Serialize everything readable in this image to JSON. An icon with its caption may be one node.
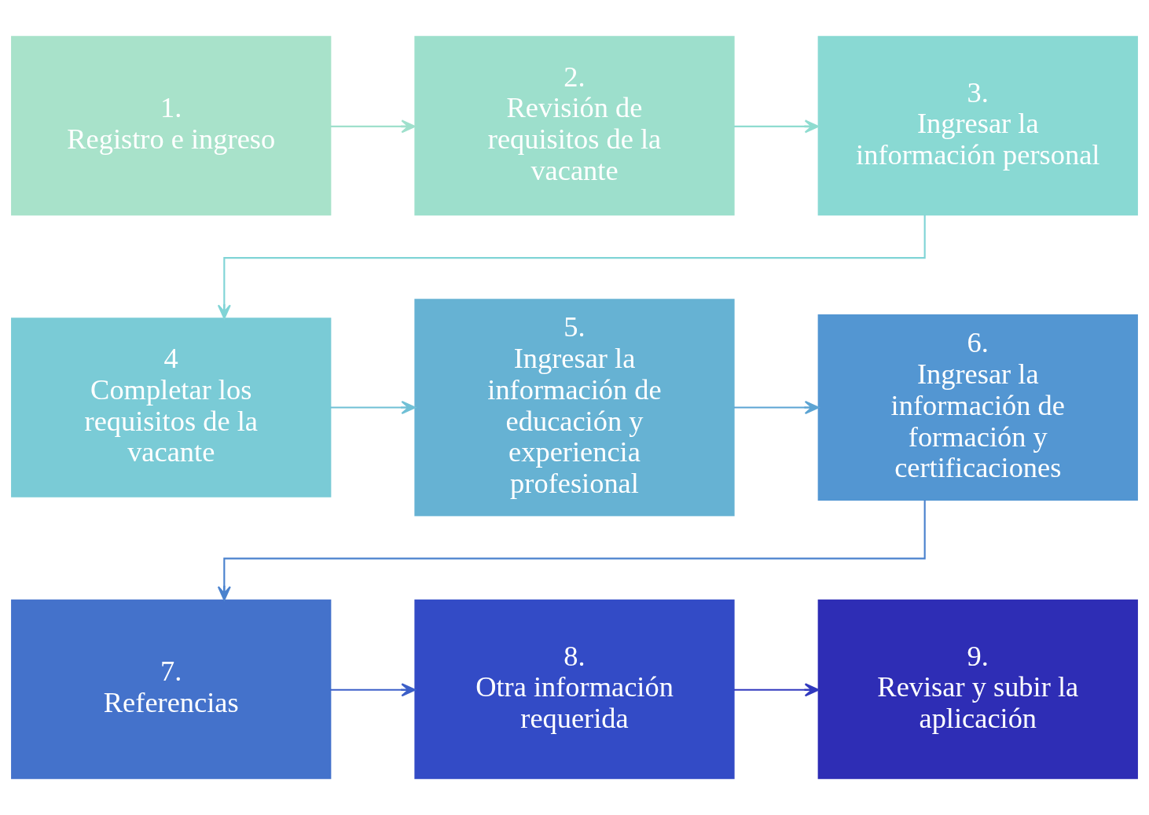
{
  "diagram": {
    "nodes": [
      {
        "text": [
          "1.",
          "Registro e ingreso"
        ]
      },
      {
        "text": [
          "2.",
          "Revisión de requisitos de la vacante"
        ]
      },
      {
        "text": [
          "3.",
          "Ingresar la información personal"
        ]
      },
      {
        "text": [
          "4",
          "Completar los requisitos de la vacante"
        ]
      },
      {
        "text": [
          "5.",
          "Ingresar la información de educación y experiencia profesional"
        ]
      },
      {
        "text": [
          "6.",
          "Ingresar la información de formación y certificaciones"
        ]
      },
      {
        "text": [
          "7.",
          "Referencias"
        ]
      },
      {
        "text": [
          "8.",
          "Otra información requerida"
        ]
      },
      {
        "text": [
          "9.",
          "Revisar y subir la aplicación"
        ]
      }
    ],
    "edges": [
      {
        "from": 0,
        "to": 1,
        "arrow": "to",
        "color": "#9fe0cc"
      },
      {
        "from": 1,
        "to": 2,
        "arrow": "to",
        "color": "#8fdcd0"
      },
      {
        "from": 2,
        "to": 3,
        "arrow": "to",
        "color": "#80d4d6"
      },
      {
        "from": 3,
        "to": 4,
        "arrow": "to",
        "color": "#70c0d6"
      },
      {
        "from": 4,
        "to": 5,
        "arrow": "to",
        "color": "#5ca4d3"
      },
      {
        "from": 5,
        "to": 6,
        "arrow": "to",
        "color": "#4a82ce"
      },
      {
        "from": 6,
        "to": 7,
        "arrow": "to",
        "color": "#3c5fc8"
      },
      {
        "from": 7,
        "to": 8,
        "arrow": "to",
        "color": "#3139be"
      }
    ]
  }
}
